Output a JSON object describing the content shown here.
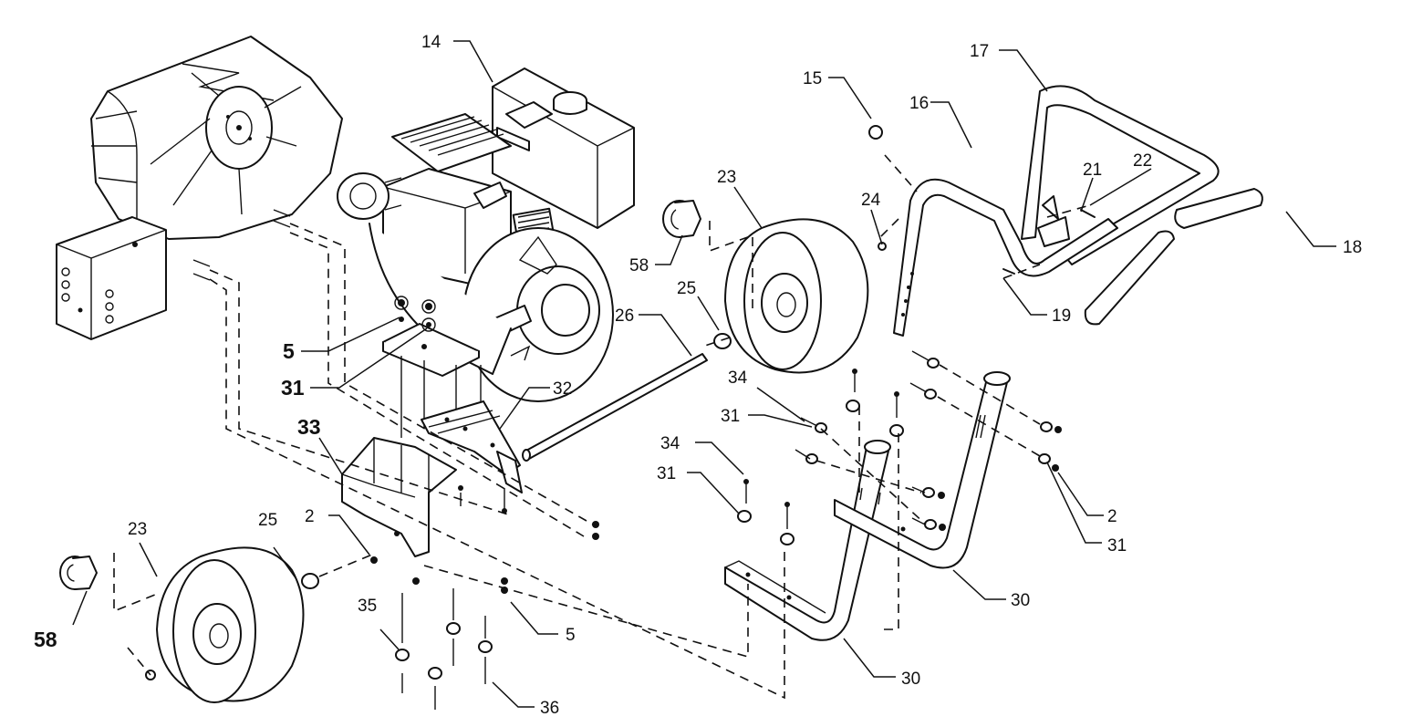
{
  "callouts": [
    {
      "id": "c14",
      "text": "14"
    },
    {
      "id": "c15",
      "text": "15"
    },
    {
      "id": "c16",
      "text": "16"
    },
    {
      "id": "c17",
      "text": "17"
    },
    {
      "id": "c18",
      "text": "18"
    },
    {
      "id": "c19",
      "text": "19"
    },
    {
      "id": "c21",
      "text": "21"
    },
    {
      "id": "c22",
      "text": "22"
    },
    {
      "id": "c23a",
      "text": "23"
    },
    {
      "id": "c24",
      "text": "24"
    },
    {
      "id": "c58a",
      "text": "58"
    },
    {
      "id": "c25a",
      "text": "25"
    },
    {
      "id": "c26",
      "text": "26"
    },
    {
      "id": "c5a",
      "text": "5"
    },
    {
      "id": "c31a",
      "text": "31"
    },
    {
      "id": "c32",
      "text": "32"
    },
    {
      "id": "c33",
      "text": "33"
    },
    {
      "id": "c34a",
      "text": "34"
    },
    {
      "id": "c31b",
      "text": "31"
    },
    {
      "id": "c34b",
      "text": "34"
    },
    {
      "id": "c31c",
      "text": "31"
    },
    {
      "id": "c2a",
      "text": "2"
    },
    {
      "id": "c31d",
      "text": "31"
    },
    {
      "id": "c23b",
      "text": "23"
    },
    {
      "id": "c25b",
      "text": "25"
    },
    {
      "id": "c2b",
      "text": "2"
    },
    {
      "id": "c58b",
      "text": "58"
    },
    {
      "id": "c35",
      "text": "35"
    },
    {
      "id": "c5b",
      "text": "5"
    },
    {
      "id": "c36",
      "text": "36"
    },
    {
      "id": "c30a",
      "text": "30"
    },
    {
      "id": "c30b",
      "text": "30"
    }
  ]
}
